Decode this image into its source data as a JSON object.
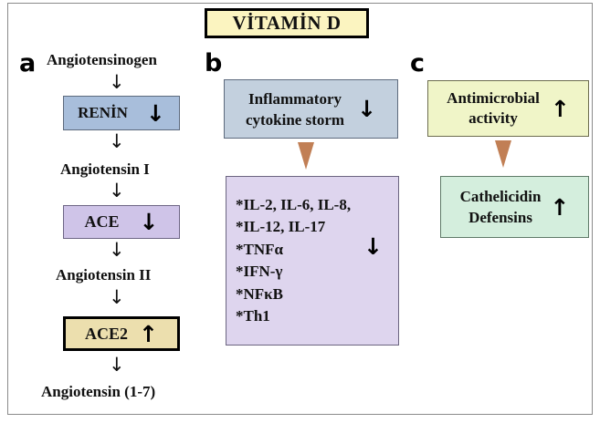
{
  "figure": {
    "header": {
      "label": "VİTAMİN D",
      "fill": "#fbf4c0",
      "border": "#000000"
    },
    "panels": [
      {
        "letter": "a",
        "nodes": [
          {
            "name": "angiotensinogen",
            "text": "Angiotensinogen",
            "kind": "text"
          },
          {
            "name": "arrow-1",
            "text": "↓",
            "kind": "connector"
          },
          {
            "name": "renin",
            "text": "RENİN",
            "kind": "box",
            "modifier": "↓",
            "fill": "#a8bedb"
          },
          {
            "name": "arrow-2",
            "text": "↓",
            "kind": "connector"
          },
          {
            "name": "angiotensin-i",
            "text": "Angiotensin I",
            "kind": "text"
          },
          {
            "name": "arrow-3",
            "text": "↓",
            "kind": "connector"
          },
          {
            "name": "ace",
            "text": "ACE",
            "kind": "box",
            "modifier": "↓",
            "fill": "#cfc4e8"
          },
          {
            "name": "arrow-4",
            "text": "↓",
            "kind": "connector"
          },
          {
            "name": "angiotensin-ii",
            "text": "Angiotensin II",
            "kind": "text"
          },
          {
            "name": "arrow-5",
            "text": "↓",
            "kind": "connector"
          },
          {
            "name": "ace2",
            "text": "ACE2",
            "kind": "box",
            "modifier": "↑",
            "fill": "#ecdfae"
          },
          {
            "name": "arrow-6",
            "text": "↓",
            "kind": "connector"
          },
          {
            "name": "angiotensin-1-7",
            "text": "Angiotensin  (1-7)",
            "kind": "text"
          }
        ]
      },
      {
        "letter": "b",
        "nodes": [
          {
            "name": "inflammatory-cytokine-storm",
            "text": "Inflammatory\ncytokine storm",
            "kind": "box",
            "modifier": "↓",
            "fill": "#c3d0de"
          },
          {
            "name": "triangle-connector",
            "kind": "triangle",
            "color": "#c17f55"
          },
          {
            "name": "cytokine-list",
            "kind": "box",
            "modifier": "↓",
            "fill": "#ded5ee",
            "items": [
              "*IL-2, IL-6, IL-8,",
              "*IL-12, IL-17",
              "*TNFα",
              "*IFN-γ",
              "*NFκB",
              "*Th1"
            ]
          }
        ]
      },
      {
        "letter": "c",
        "nodes": [
          {
            "name": "antimicrobial-activity",
            "text": "Antimicrobial\nactivity",
            "kind": "box",
            "modifier": "↑",
            "fill": "#f0f5c8"
          },
          {
            "name": "triangle-connector",
            "kind": "triangle",
            "color": "#c17f55"
          },
          {
            "name": "cathelicidin-defensins",
            "text": "Cathelicidin\nDefensins",
            "kind": "box",
            "modifier": "↑",
            "fill": "#d4eedd"
          }
        ]
      }
    ]
  }
}
